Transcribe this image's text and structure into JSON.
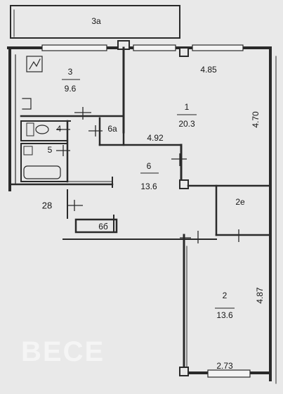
{
  "plan": {
    "rooms": [
      {
        "id": "3a",
        "number": "3а",
        "area": ""
      },
      {
        "id": "3",
        "number": "3",
        "area": "9.6"
      },
      {
        "id": "1",
        "number": "1",
        "area": "20.3"
      },
      {
        "id": "4",
        "number": "4",
        "area": ""
      },
      {
        "id": "6a",
        "number": "6а",
        "area": ""
      },
      {
        "id": "5",
        "number": "5",
        "area": ""
      },
      {
        "id": "6",
        "number": "6",
        "area": "13.6"
      },
      {
        "id": "2e",
        "number": "2е",
        "area": ""
      },
      {
        "id": "6b",
        "number": "6б",
        "area": ""
      },
      {
        "id": "2",
        "number": "2",
        "area": "13.6"
      }
    ],
    "dimensions": {
      "d485": "4.85",
      "d470": "4.70",
      "d492": "4.92",
      "d28": "28",
      "d487": "4.87",
      "d273": "2.73"
    },
    "watermark": "ВЕСЕ"
  }
}
